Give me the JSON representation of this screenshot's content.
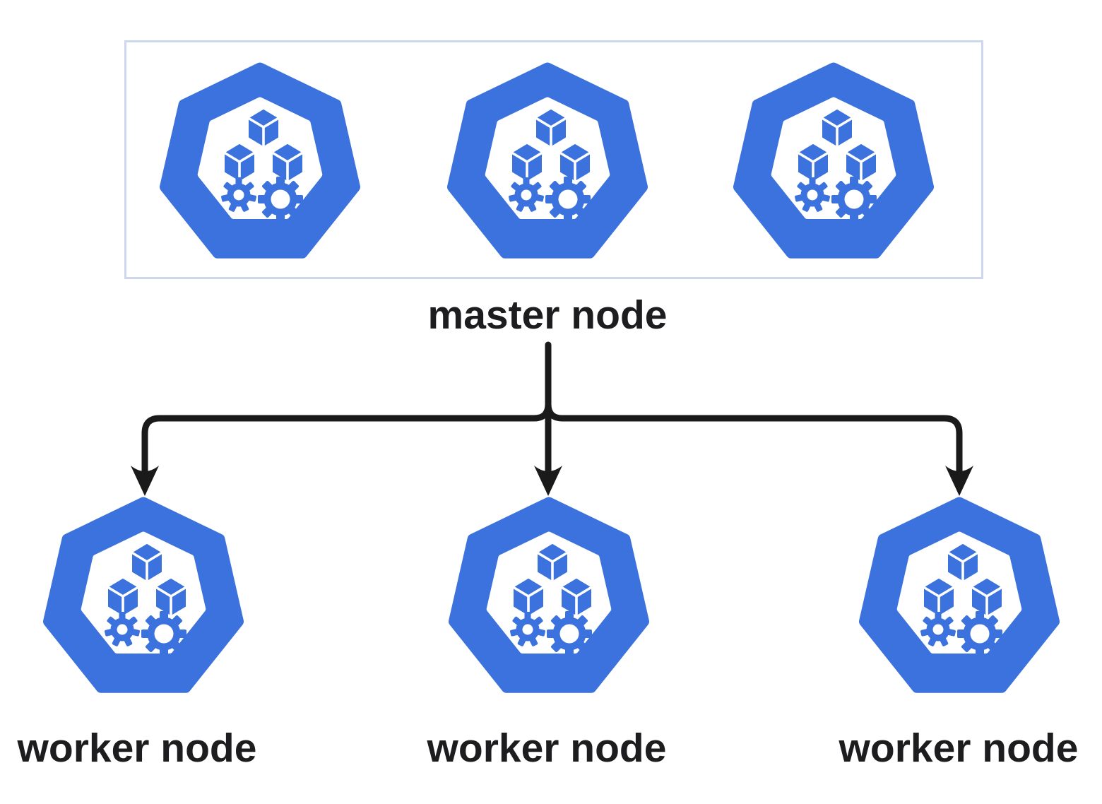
{
  "labels": {
    "master": "master node",
    "workers": [
      "worker node",
      "worker node",
      "worker node"
    ]
  },
  "colors": {
    "kubernetes_blue": "#3B72DE",
    "icon_detail_white": "#FFFFFF",
    "master_box_border": "#CFD7EF",
    "arrow_black": "#1A1A1A",
    "label_text": "#1D1D1F",
    "page_bg": "#FFFFFF"
  },
  "icons": {
    "node_icon": "kubernetes-heptagon-icon",
    "master_icon_count": 3,
    "worker_icon_count": 3
  },
  "structure": {
    "master_group_children": 3,
    "arrow_direction": "master node branches down to three worker nodes"
  }
}
